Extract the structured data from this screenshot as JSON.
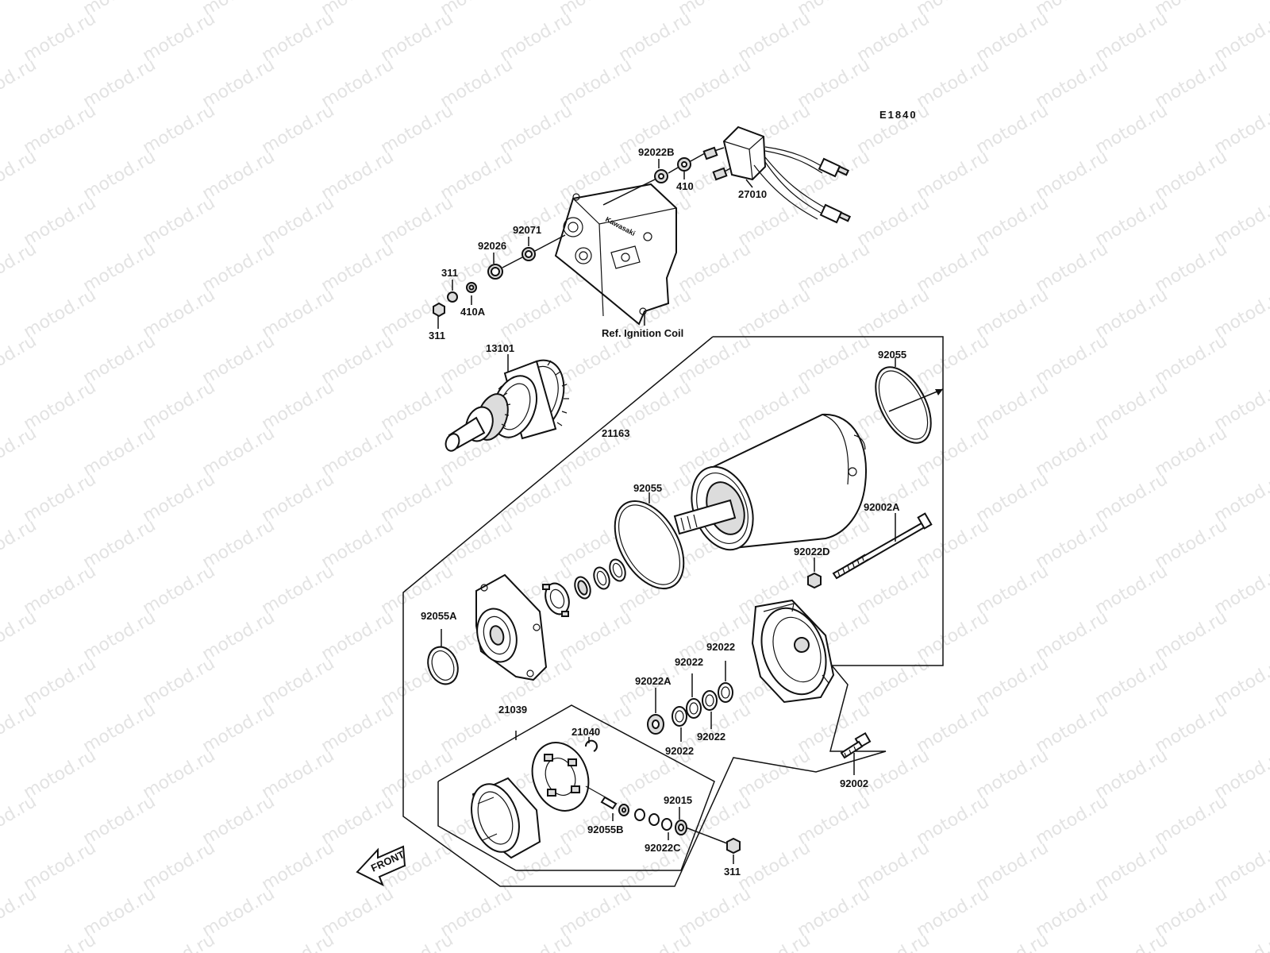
{
  "watermark": {
    "text": "motod.ru"
  },
  "diagram_code": "E1840",
  "ref_note": "Ref. Ignition Coil",
  "front_arrow": {
    "label": "FRONT"
  },
  "brand_on_cover": "Kawasaki",
  "parts": [
    {
      "id": "p-92022B",
      "number": "92022B"
    },
    {
      "id": "p-410",
      "number": "410"
    },
    {
      "id": "p-27010",
      "number": "27010"
    },
    {
      "id": "p-92071",
      "number": "92071"
    },
    {
      "id": "p-92026",
      "number": "92026"
    },
    {
      "id": "p-311-a",
      "number": "311"
    },
    {
      "id": "p-410A",
      "number": "410A"
    },
    {
      "id": "p-311-b",
      "number": "311"
    },
    {
      "id": "p-13101",
      "number": "13101"
    },
    {
      "id": "p-21163",
      "number": "21163"
    },
    {
      "id": "p-92055-a",
      "number": "92055"
    },
    {
      "id": "p-92055-b",
      "number": "92055"
    },
    {
      "id": "p-92002A",
      "number": "92002A"
    },
    {
      "id": "p-92022D",
      "number": "92022D"
    },
    {
      "id": "p-92055A",
      "number": "92055A"
    },
    {
      "id": "p-92022-a",
      "number": "92022"
    },
    {
      "id": "p-92022-b",
      "number": "92022"
    },
    {
      "id": "p-92022A",
      "number": "92022A"
    },
    {
      "id": "p-92022-c",
      "number": "92022"
    },
    {
      "id": "p-92022-d",
      "number": "92022"
    },
    {
      "id": "p-21039",
      "number": "21039"
    },
    {
      "id": "p-21040",
      "number": "21040"
    },
    {
      "id": "p-92002",
      "number": "92002"
    },
    {
      "id": "p-92015",
      "number": "92015"
    },
    {
      "id": "p-92055B",
      "number": "92055B"
    },
    {
      "id": "p-92022C",
      "number": "92022C"
    },
    {
      "id": "p-311-c",
      "number": "311"
    }
  ]
}
